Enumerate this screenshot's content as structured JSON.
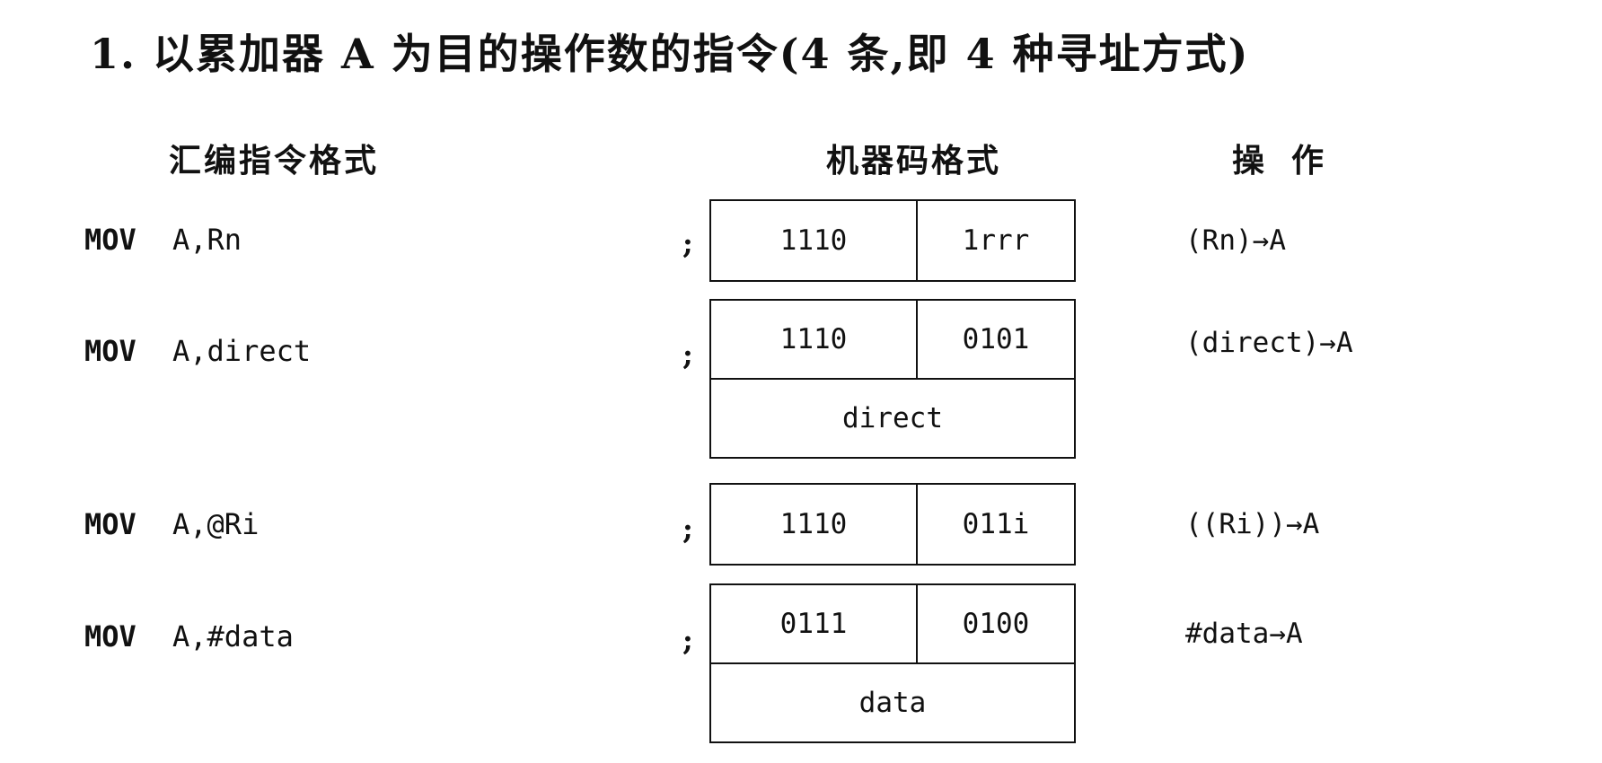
{
  "title": "1. 以累加器 A 为目的操作数的指令(4 条,即 4 种寻址方式)",
  "headers": {
    "assembly": "汇编指令格式",
    "machine_code": "机器码格式",
    "operation": "操作"
  },
  "separator": ";",
  "instructions": [
    {
      "mnemonic": "MOV",
      "operand": "A,Rn",
      "code_hi": "1110",
      "code_lo": "1rrr",
      "extra": "",
      "operation": "(Rn)→A"
    },
    {
      "mnemonic": "MOV",
      "operand": "A,direct",
      "code_hi": "1110",
      "code_lo": "0101",
      "extra": "direct",
      "operation": "(direct)→A"
    },
    {
      "mnemonic": "MOV",
      "operand": "A,@Ri",
      "code_hi": "1110",
      "code_lo": "011i",
      "extra": "",
      "operation": "((Ri))→A"
    },
    {
      "mnemonic": "MOV",
      "operand": "A,#data",
      "code_hi": "0111",
      "code_lo": "0100",
      "extra": "data",
      "operation": "#data→A"
    }
  ]
}
